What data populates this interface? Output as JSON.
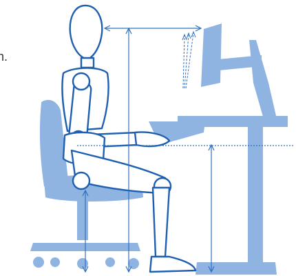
{
  "caption_fragment": "n.",
  "colors": {
    "furniture": "#8fb4e2",
    "outline": "#1f5fb0",
    "guides": "#2f6fc0"
  },
  "illustration": {
    "subject": "seated-mannequin-ergonomics",
    "elements": [
      "mannequin",
      "office-chair",
      "desk",
      "monitor",
      "height-guides",
      "eye-line-guides"
    ]
  }
}
